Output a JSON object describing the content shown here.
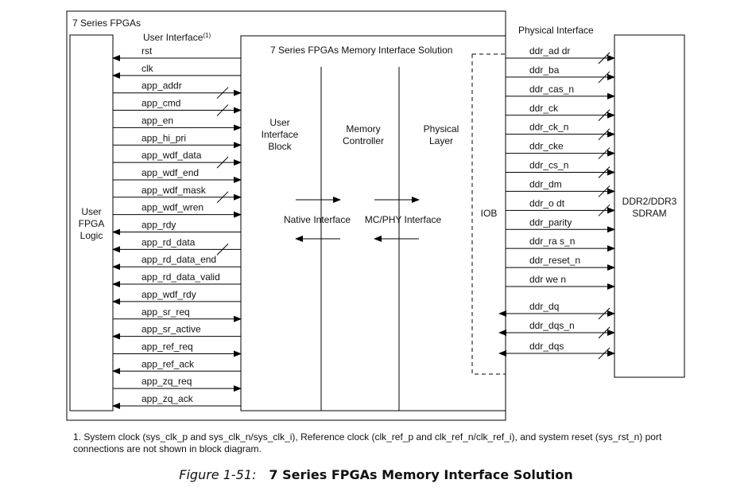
{
  "outer_label": "7 Series FPGAs",
  "user_interface_label": "User Interface",
  "user_interface_sup": "(1)",
  "solution_title": "7 Series FPGAs Memory Interface Solution",
  "physical_interface_label": "Physical Interface",
  "user_logic": [
    "User",
    "FPGA",
    "Logic"
  ],
  "uib": [
    "User",
    "Interface",
    "Block"
  ],
  "mem_ctrl": [
    "Memory",
    "Controller"
  ],
  "phy_layer": [
    "Physical",
    "Layer"
  ],
  "native_interface": "Native Interface",
  "mcphy_interface": "MC/PHY Interface",
  "iob": "IOB",
  "sdram": [
    "DDR2/DDR3",
    "SDRAM"
  ],
  "user_signals": [
    {
      "label": "rst",
      "dir": "left",
      "bus": false
    },
    {
      "label": "clk",
      "dir": "left",
      "bus": false
    },
    {
      "label": "app_addr",
      "dir": "right",
      "bus": true
    },
    {
      "label": "app_cmd",
      "dir": "right",
      "bus": true
    },
    {
      "label": "app_en",
      "dir": "right",
      "bus": false
    },
    {
      "label": "app_hi_pri",
      "dir": "right",
      "bus": false
    },
    {
      "label": "app_wdf_data",
      "dir": "right",
      "bus": true
    },
    {
      "label": "app_wdf_end",
      "dir": "right",
      "bus": false
    },
    {
      "label": "app_wdf_mask",
      "dir": "right",
      "bus": true
    },
    {
      "label": "app_wdf_wren",
      "dir": "right",
      "bus": false
    },
    {
      "label": "app_rdy",
      "dir": "left",
      "bus": false
    },
    {
      "label": "app_rd_data",
      "dir": "left",
      "bus": true
    },
    {
      "label": "app_rd_data_end",
      "dir": "left",
      "bus": false
    },
    {
      "label": "app_rd_data_valid",
      "dir": "left",
      "bus": false
    },
    {
      "label": "app_wdf_rdy",
      "dir": "left",
      "bus": false
    },
    {
      "label": "app_sr_req",
      "dir": "right",
      "bus": false
    },
    {
      "label": "app_sr_active",
      "dir": "left",
      "bus": false
    },
    {
      "label": "app_ref_req",
      "dir": "right",
      "bus": false
    },
    {
      "label": "app_ref_ack",
      "dir": "left",
      "bus": false
    },
    {
      "label": "app_zq_req",
      "dir": "right",
      "bus": false
    },
    {
      "label": "app_zq_ack",
      "dir": "left",
      "bus": false
    }
  ],
  "phy_signals": [
    {
      "label": "ddr_ad dr",
      "dir": "right",
      "bus": true
    },
    {
      "label": "ddr_ba",
      "dir": "right",
      "bus": true
    },
    {
      "label": "ddr_cas_n",
      "dir": "right",
      "bus": false
    },
    {
      "label": "ddr_ck",
      "dir": "right",
      "bus": true
    },
    {
      "label": "ddr_ck_n",
      "dir": "right",
      "bus": true
    },
    {
      "label": "ddr_cke",
      "dir": "right",
      "bus": true
    },
    {
      "label": "ddr_cs_n",
      "dir": "right",
      "bus": true
    },
    {
      "label": "ddr_dm",
      "dir": "right",
      "bus": true
    },
    {
      "label": "ddr_o dt",
      "dir": "right",
      "bus": true
    },
    {
      "label": "ddr_parity",
      "dir": "right",
      "bus": false
    },
    {
      "label": "ddr_ra s_n",
      "dir": "right",
      "bus": false
    },
    {
      "label": "ddr_reset_n",
      "dir": "right",
      "bus": false
    },
    {
      "label": "ddr we n",
      "dir": "right",
      "bus": false
    },
    {
      "label": "ddr_dq",
      "dir": "both",
      "bus": true
    },
    {
      "label": "ddr_dqs_n",
      "dir": "both",
      "bus": true
    },
    {
      "label": "ddr_dqs",
      "dir": "both",
      "bus": true
    }
  ],
  "footnote": "1. System clock (sys_clk_p and sys_clk_n/sys_clk_i), Reference clock (clk_ref_p and clk_ref_n/clk_ref_i), and system reset (sys_rst_n) port connections are not shown in block diagram.",
  "caption_number": "Figure 1-51:",
  "caption_title": "7 Series FPGAs Memory Interface Solution"
}
